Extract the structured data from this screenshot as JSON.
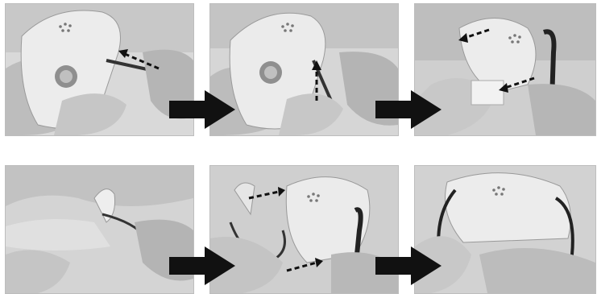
{
  "figure": {
    "description_hidden": "",
    "panels": [
      {
        "id": 1,
        "kind": "photo"
      },
      {
        "id": 2,
        "kind": "photo"
      },
      {
        "id": 3,
        "kind": "photo"
      },
      {
        "id": 4,
        "kind": "photo"
      },
      {
        "id": 5,
        "kind": "photo"
      },
      {
        "id": 6,
        "kind": "photo"
      }
    ],
    "colors": {
      "panel_bg": "#d8d8d8",
      "device": "#eeeeee",
      "skin": "#c9c9c9",
      "tube": "#333333",
      "arrow": "#111111",
      "dashed_arrow": "#111111"
    },
    "icons": {
      "step_arrow": "right-arrow-icon",
      "dashed_arrow": "dashed-arrow-icon"
    }
  }
}
